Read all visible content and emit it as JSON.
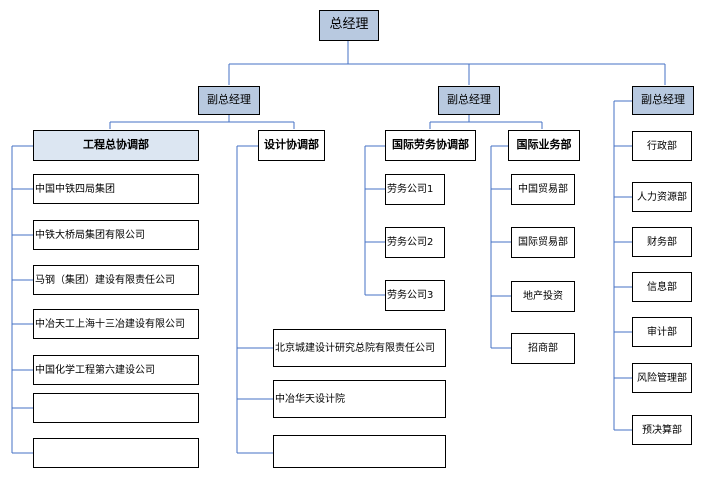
{
  "ceo": {
    "label": "总经理"
  },
  "vps": [
    {
      "label": "副总经理"
    },
    {
      "label": "副总经理"
    },
    {
      "label": "副总经理"
    }
  ],
  "departments": {
    "engineering": {
      "label": "工程总协调部",
      "items": [
        "中国中铁四局集团",
        "中铁大桥局集团有限公司",
        "马钢（集团）建设有限责任公司",
        "中冶天工上海十三冶建设有限公司",
        "中国化学工程第六建设公司",
        "",
        ""
      ]
    },
    "design": {
      "label": "设计协调部",
      "items": [
        "北京城建设计研究总院有限责任公司",
        "中冶华天设计院",
        ""
      ]
    },
    "labor": {
      "label": "国际劳务协调部",
      "items": [
        "劳务公司1",
        "劳务公司2",
        "劳务公司3"
      ]
    },
    "intl": {
      "label": "国际业务部",
      "items": [
        "中国贸易部",
        "国际贸易部",
        "地产投资",
        "招商部"
      ]
    },
    "admin": {
      "items": [
        "行政部",
        "人力资源部",
        "财务部",
        "信息部",
        "审计部",
        "风险管理部",
        "预决算部"
      ]
    }
  }
}
